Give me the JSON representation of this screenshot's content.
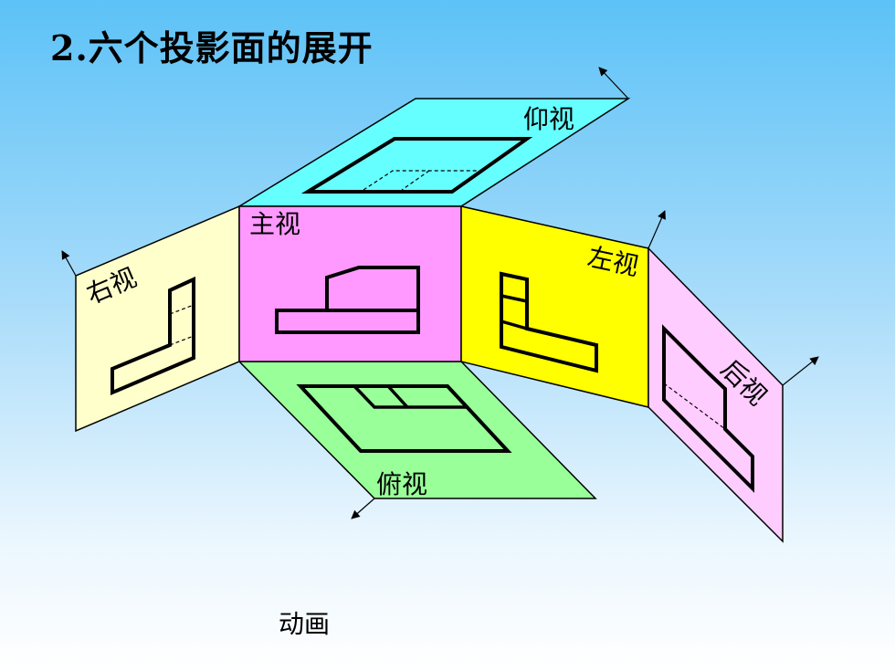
{
  "title": "2.六个投影面的展开",
  "caption": "动画",
  "views": {
    "front": "主视",
    "top": "俯视",
    "bottom": "仰视",
    "left": "左视",
    "right": "右视",
    "back": "后视"
  },
  "colors": {
    "front": "#ff99ff",
    "top": "#99ff99",
    "bottom": "#66ffff",
    "left": "#ffff00",
    "right": "#ffffcc",
    "back": "#ffccff"
  }
}
